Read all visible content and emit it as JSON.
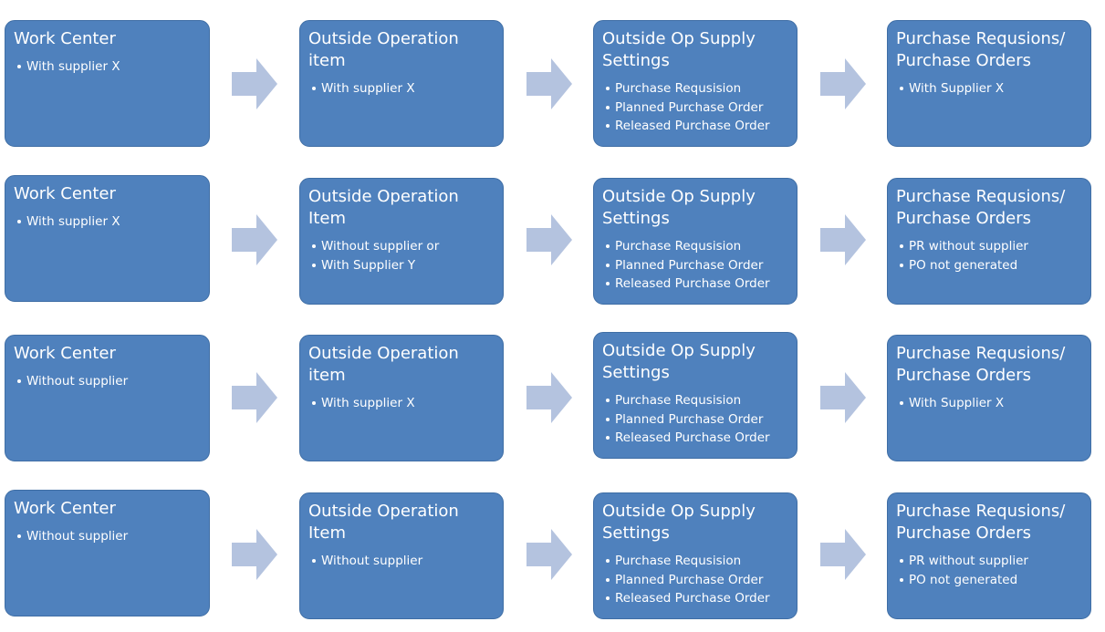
{
  "rows": [
    {
      "boxes": [
        {
          "title": "Work Center",
          "bullets": [
            "With supplier X"
          ]
        },
        {
          "title": "Outside Operation\nitem",
          "bullets": [
            "With supplier X"
          ]
        },
        {
          "title": "Outside Op Supply\nSettings",
          "bullets": [
            "Purchase Requsision",
            "Planned Purchase Order",
            "Released Purchase Order"
          ]
        },
        {
          "title": "Purchase Requsions/\nPurchase Orders",
          "bullets": [
            "With Supplier X"
          ]
        }
      ]
    },
    {
      "boxes": [
        {
          "title": "Work Center",
          "bullets": [
            "With supplier X"
          ]
        },
        {
          "title": "Outside Operation\nItem",
          "bullets": [
            "Without supplier or",
            "With Supplier Y"
          ]
        },
        {
          "title": "Outside Op Supply\nSettings",
          "bullets": [
            "Purchase Requsision",
            "Planned Purchase Order",
            "Released Purchase Order"
          ]
        },
        {
          "title": "Purchase Requsions/\nPurchase Orders",
          "bullets": [
            "PR without supplier",
            "PO not generated"
          ]
        }
      ]
    },
    {
      "boxes": [
        {
          "title": "Work Center",
          "bullets": [
            "Without supplier"
          ]
        },
        {
          "title": "Outside Operation\nitem",
          "bullets": [
            "With supplier X"
          ]
        },
        {
          "title": "Outside Op Supply\nSettings",
          "bullets": [
            "Purchase Requsision",
            "Planned Purchase Order",
            "Released Purchase Order"
          ]
        },
        {
          "title": "Purchase Requsions/\nPurchase Orders",
          "bullets": [
            "With Supplier X"
          ]
        }
      ]
    },
    {
      "boxes": [
        {
          "title": "Work Center",
          "bullets": [
            "Without supplier"
          ]
        },
        {
          "title": "Outside Operation\nItem",
          "bullets": [
            "Without supplier"
          ]
        },
        {
          "title": "Outside Op Supply\nSettings",
          "bullets": [
            "Purchase Requsision",
            "Planned Purchase Order",
            "Released Purchase Order"
          ]
        },
        {
          "title": "Purchase Requsions/\nPurchase Orders",
          "bullets": [
            "PR without supplier",
            "PO not generated"
          ]
        }
      ]
    }
  ],
  "colors": {
    "box_fill": "#4f81bd",
    "arrow_fill": "#b4c3df",
    "text": "#ffffff"
  },
  "icons": {
    "connector": "block-arrow-right-icon"
  }
}
